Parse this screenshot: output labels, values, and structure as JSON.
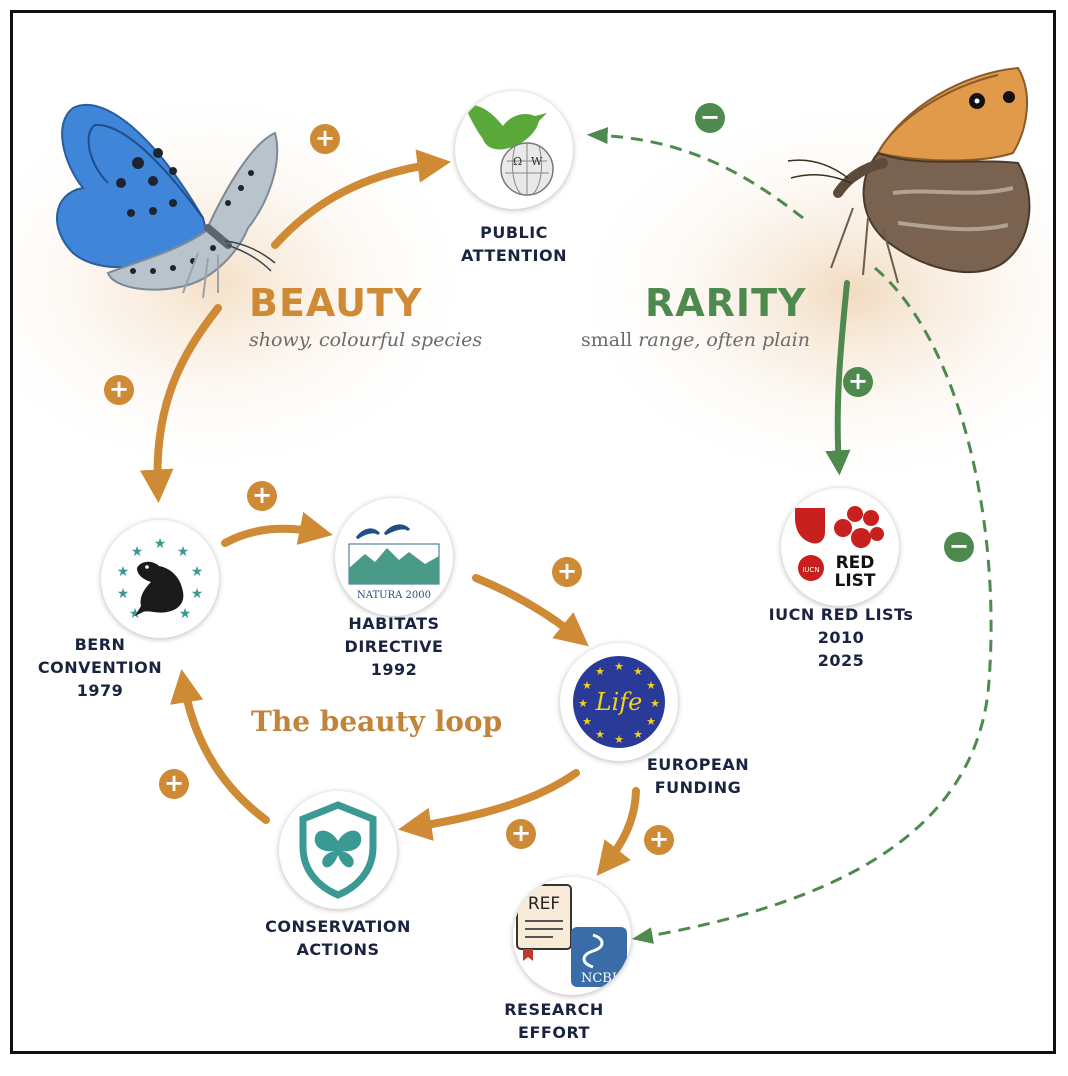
{
  "beauty": {
    "title": "BEAUTY",
    "subtitle": "showy, colourful species"
  },
  "rarity": {
    "title": "RARITY",
    "subtitle_plain": "small ",
    "subtitle_italic": "range, often plain"
  },
  "loop_title": "The beauty loop",
  "nodes": {
    "public_attention": {
      "line1": "PUBLIC",
      "line2": "ATTENTION"
    },
    "bern": {
      "line1": "BERN",
      "line2": "CONVENTION",
      "line3": "1979"
    },
    "habitats": {
      "line1": "HABITATS",
      "line2": "DIRECTIVE",
      "line3": "1992",
      "logo_text": "NATURA 2000"
    },
    "funding": {
      "line1": "EUROPEAN",
      "line2": "FUNDING",
      "logo_text": "Life"
    },
    "conservation": {
      "line1": "CONSERVATION",
      "line2": "ACTIONS"
    },
    "research": {
      "line1": "RESEARCH",
      "line2": "EFFORT",
      "ref_text": "REF",
      "ncbi_text": "NCBI"
    },
    "redlist": {
      "line1": "IUCN RED LISTs",
      "line2": "2010",
      "line3": "2025",
      "logo_red": "RED",
      "logo_list": "LIST",
      "logo_iucn": "IUCN"
    }
  },
  "signs": {
    "plus": "+",
    "minus": "−"
  },
  "colors": {
    "beauty": "#cf8a35",
    "rarity": "#4e8a4e",
    "label": "#1a2440"
  }
}
